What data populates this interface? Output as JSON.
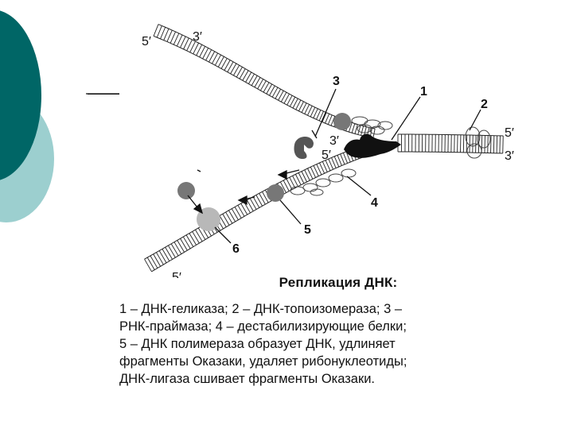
{
  "diagram": {
    "strand_labels": {
      "top_left_5": "5′",
      "top_left_3": "3′",
      "fork_3": "3′",
      "fork_5": "5′",
      "right_5": "5′",
      "right_3": "3′",
      "bottom_left_5": "5′"
    },
    "callouts": [
      "1",
      "2",
      "3",
      "4",
      "5",
      "6"
    ],
    "colors": {
      "theme_dark": "#006666",
      "theme_light": "#9ccfcf",
      "protein_dark": "#777777",
      "protein_light": "#b8b8b8",
      "ink": "#111111"
    }
  },
  "caption": {
    "title": "Репликация ДНК:",
    "lines": [
      "1 – ДНК-геликаза; 2 – ДНК-топоизомераза; 3 –",
      "РНК-праймаза; 4 – дестабилизирующие белки;",
      "5 – ДНК полимераза образует ДНК, удлиняет",
      "фрагменты Оказаки, удаляет рибонуклеотиды;",
      "ДНК-лигаза сшивает фрагменты Оказаки."
    ]
  }
}
